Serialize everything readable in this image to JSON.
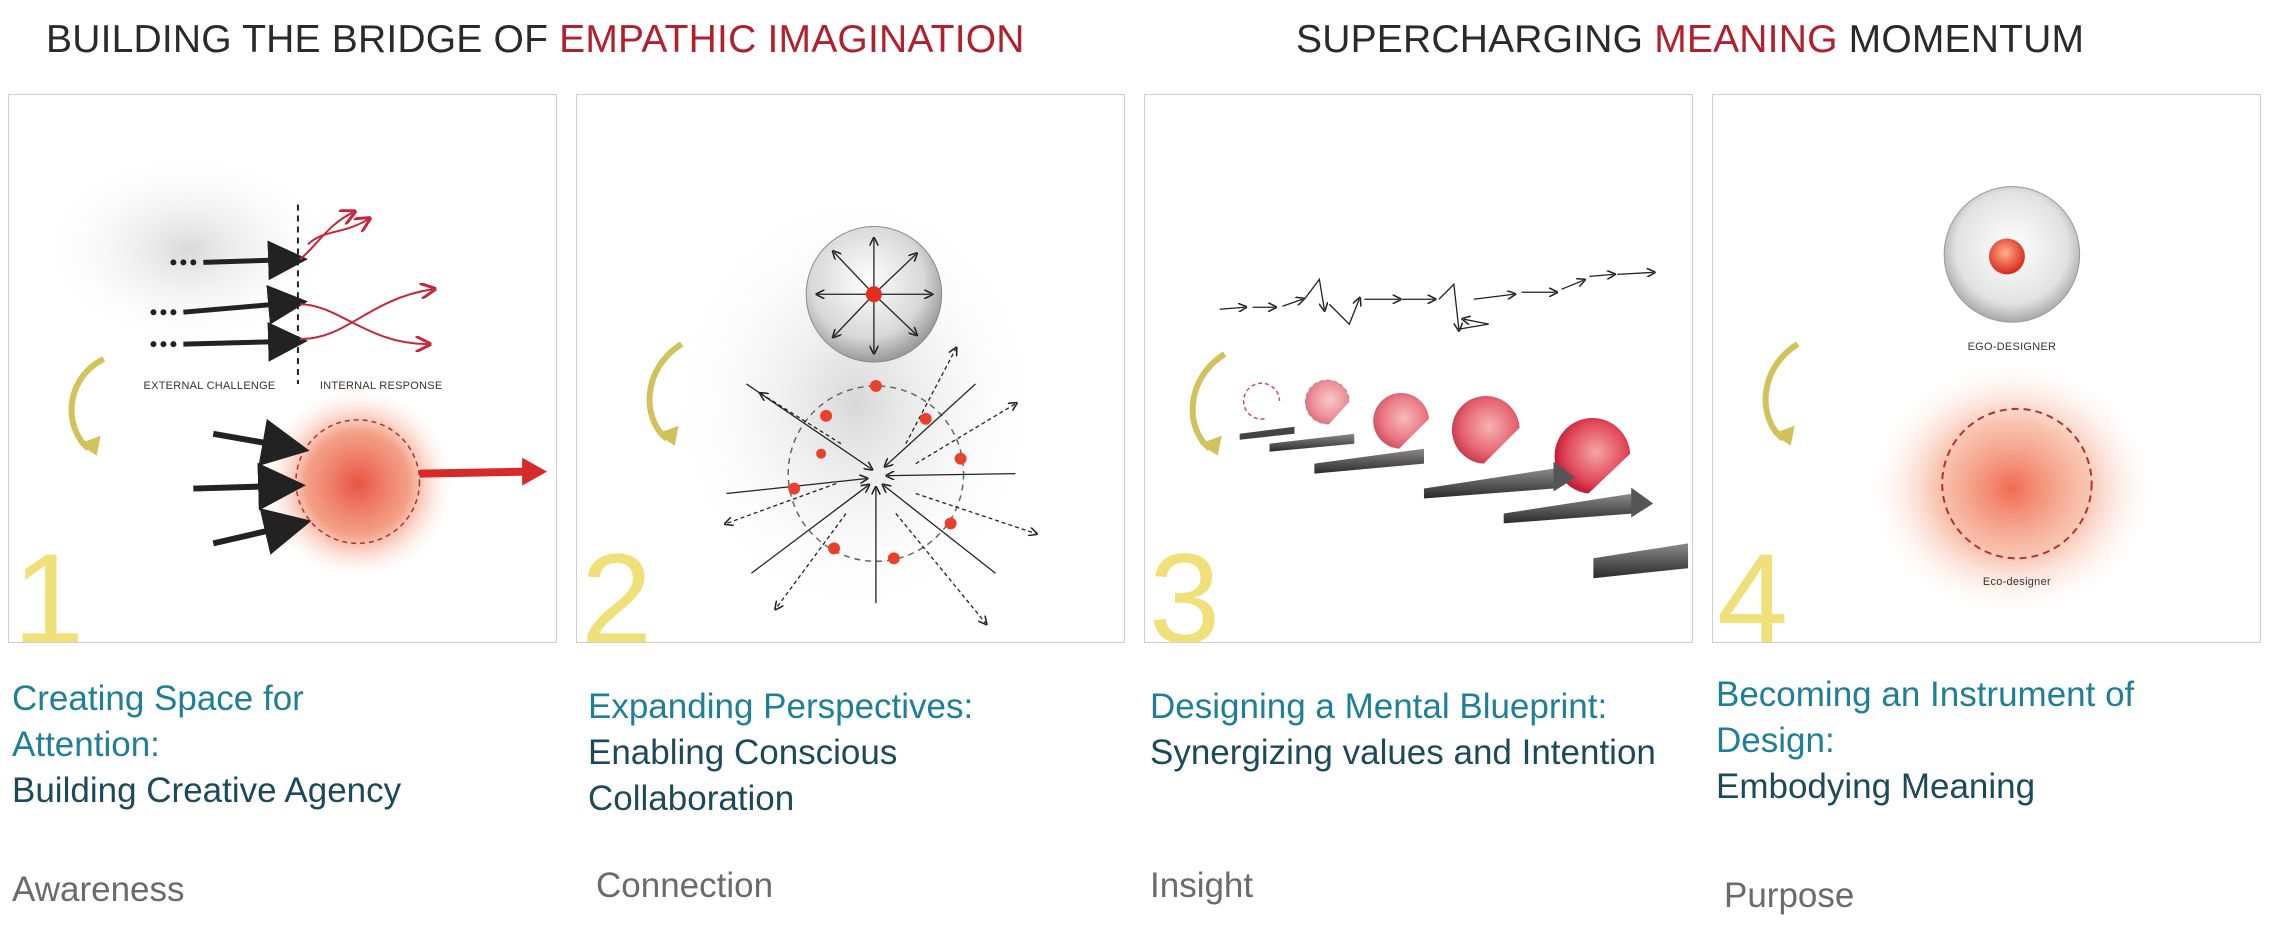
{
  "headings": {
    "left": {
      "prefix": "BUILDING THE BRIDGE OF ",
      "accent": "EMPATHIC IMAGINATION"
    },
    "right": {
      "prefix": "SUPERCHARGING ",
      "accent": "MEANING",
      "suffix": " MOMENTUM"
    }
  },
  "panels": [
    {
      "number": "1",
      "labels": {
        "left": "EXTERNAL CHALLENGE",
        "right": "INTERNAL RESPONSE"
      },
      "caption_line1": "Creating Space for Attention:",
      "caption_line2": "Building Creative Agency",
      "phase": "Awareness"
    },
    {
      "number": "2",
      "caption_line1": "Expanding Perspectives:",
      "caption_line2": "Enabling Conscious Collaboration",
      "phase": "Connection"
    },
    {
      "number": "3",
      "caption_line1": "Designing a Mental Blueprint:",
      "caption_line2": "Synergizing values and Intention",
      "phase": "Insight"
    },
    {
      "number": "4",
      "labels": {
        "top": "EGO-DESIGNER",
        "bottom": "Eco-designer"
      },
      "caption_line1": "Becoming an Instrument of Design:",
      "caption_line2": "Embodying Meaning",
      "phase": "Purpose"
    }
  ],
  "colors": {
    "accent_red": "#b21f2d",
    "caption_teal": "#1f7f98",
    "caption_dark": "#1d4a5a",
    "number_yellow": "#efe07a",
    "phase_gray": "#6b6b6b"
  }
}
